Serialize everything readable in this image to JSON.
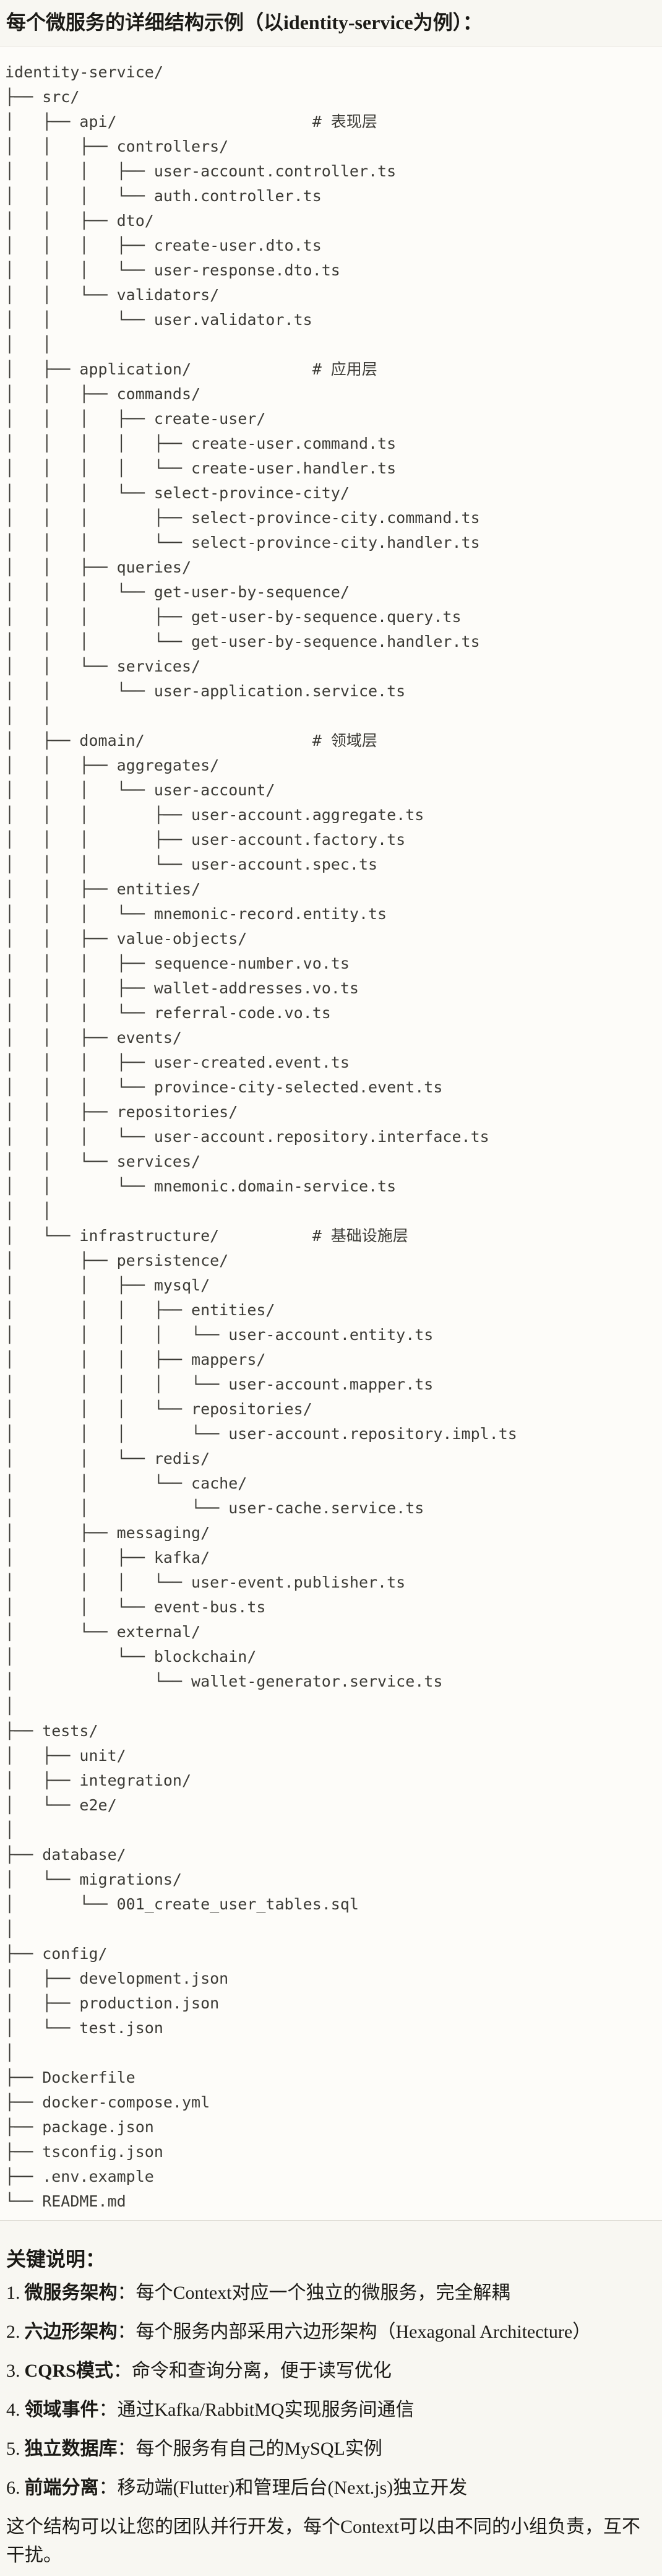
{
  "page": {
    "heading": "每个微服务的详细结构示例（以identity-service为例）：",
    "closing": "这个结构可以让您的团队并行开发，每个Context可以由不同的小组负责，互不干扰。"
  },
  "colors": {
    "page_bg": "#f8f7f2",
    "code_bg": "#fdfcf9",
    "code_border": "#dedcd4",
    "code_text": "#3c3b36",
    "body_text": "#1b1a16"
  },
  "code_block": {
    "lines": [
      "identity-service/",
      "├── src/",
      "│   ├── api/                     # 表现层",
      "│   │   ├── controllers/",
      "│   │   │   ├── user-account.controller.ts",
      "│   │   │   └── auth.controller.ts",
      "│   │   ├── dto/",
      "│   │   │   ├── create-user.dto.ts",
      "│   │   │   └── user-response.dto.ts",
      "│   │   └── validators/",
      "│   │       └── user.validator.ts",
      "│   │",
      "│   ├── application/             # 应用层",
      "│   │   ├── commands/",
      "│   │   │   ├── create-user/",
      "│   │   │   │   ├── create-user.command.ts",
      "│   │   │   │   └── create-user.handler.ts",
      "│   │   │   └── select-province-city/",
      "│   │   │       ├── select-province-city.command.ts",
      "│   │   │       └── select-province-city.handler.ts",
      "│   │   ├── queries/",
      "│   │   │   └── get-user-by-sequence/",
      "│   │   │       ├── get-user-by-sequence.query.ts",
      "│   │   │       └── get-user-by-sequence.handler.ts",
      "│   │   └── services/",
      "│   │       └── user-application.service.ts",
      "│   │",
      "│   ├── domain/                  # 领域层",
      "│   │   ├── aggregates/",
      "│   │   │   └── user-account/",
      "│   │   │       ├── user-account.aggregate.ts",
      "│   │   │       ├── user-account.factory.ts",
      "│   │   │       └── user-account.spec.ts",
      "│   │   ├── entities/",
      "│   │   │   └── mnemonic-record.entity.ts",
      "│   │   ├── value-objects/",
      "│   │   │   ├── sequence-number.vo.ts",
      "│   │   │   ├── wallet-addresses.vo.ts",
      "│   │   │   └── referral-code.vo.ts",
      "│   │   ├── events/",
      "│   │   │   ├── user-created.event.ts",
      "│   │   │   └── province-city-selected.event.ts",
      "│   │   ├── repositories/",
      "│   │   │   └── user-account.repository.interface.ts",
      "│   │   └── services/",
      "│   │       └── mnemonic.domain-service.ts",
      "│   │",
      "│   └── infrastructure/          # 基础设施层",
      "│       ├── persistence/",
      "│       │   ├── mysql/",
      "│       │   │   ├── entities/",
      "│       │   │   │   └── user-account.entity.ts",
      "│       │   │   ├── mappers/",
      "│       │   │   │   └── user-account.mapper.ts",
      "│       │   │   └── repositories/",
      "│       │   │       └── user-account.repository.impl.ts",
      "│       │   └── redis/",
      "│       │       └── cache/",
      "│       │           └── user-cache.service.ts",
      "│       ├── messaging/",
      "│       │   ├── kafka/",
      "│       │   │   └── user-event.publisher.ts",
      "│       │   └── event-bus.ts",
      "│       └── external/",
      "│           └── blockchain/",
      "│               └── wallet-generator.service.ts",
      "│",
      "├── tests/",
      "│   ├── unit/",
      "│   ├── integration/",
      "│   └── e2e/",
      "│",
      "├── database/",
      "│   └── migrations/",
      "│       └── 001_create_user_tables.sql",
      "│",
      "├── config/",
      "│   ├── development.json",
      "│   ├── production.json",
      "│   └── test.json",
      "│",
      "├── Dockerfile",
      "├── docker-compose.yml",
      "├── package.json",
      "├── tsconfig.json",
      "├── .env.example",
      "└── README.md"
    ]
  },
  "notes": {
    "title": "关键说明：",
    "items": [
      {
        "num": "1.",
        "label": "微服务架构",
        "text": "：每个Context对应一个独立的微服务，完全解耦"
      },
      {
        "num": "2.",
        "label": "六边形架构",
        "text": "：每个服务内部采用六边形架构（Hexagonal Architecture）"
      },
      {
        "num": "3.",
        "label": "CQRS模式",
        "text": "：命令和查询分离，便于读写优化"
      },
      {
        "num": "4.",
        "label": "领域事件",
        "text": "：通过Kafka/RabbitMQ实现服务间通信"
      },
      {
        "num": "5.",
        "label": "独立数据库",
        "text": "：每个服务有自己的MySQL实例"
      },
      {
        "num": "6.",
        "label": "前端分离",
        "text": "：移动端(Flutter)和管理后台(Next.js)独立开发"
      }
    ]
  }
}
